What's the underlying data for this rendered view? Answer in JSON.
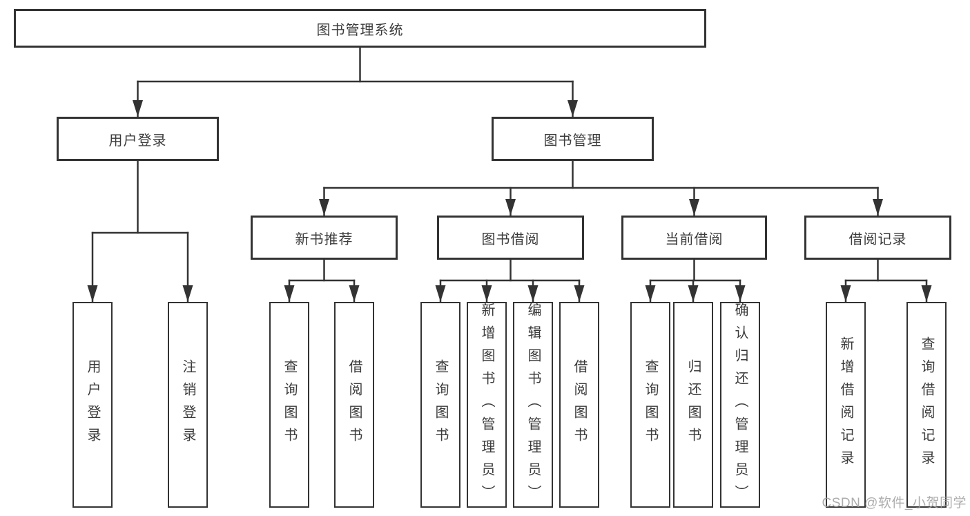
{
  "diagram": {
    "root": {
      "label": "图书管理系统"
    },
    "level2": [
      {
        "label": "用户登录"
      },
      {
        "label": "图书管理"
      }
    ],
    "level3": [
      {
        "label": "新书推荐"
      },
      {
        "label": "图书借阅"
      },
      {
        "label": "当前借阅"
      },
      {
        "label": "借阅记录"
      }
    ],
    "leaves": {
      "user_login": [
        "用户登录",
        "注销登录"
      ],
      "new_book_recommend": [
        "查询图书",
        "借阅图书"
      ],
      "book_borrow": [
        "查询图书",
        "新增图书（管理员）",
        "编辑图书（管理员）",
        "借阅图书"
      ],
      "current_borrow": [
        "查询图书",
        "归还图书",
        "确认归还（管理员）"
      ],
      "borrow_records": [
        "新增借阅记录",
        "查询借阅记录"
      ]
    }
  },
  "watermark": "CSDN @软件_小贺同学",
  "colors": {
    "line": "#333333",
    "box_border": "#333333",
    "text": "#3b3b3b",
    "watermark": "#9e9e9e",
    "background": "#ffffff"
  }
}
